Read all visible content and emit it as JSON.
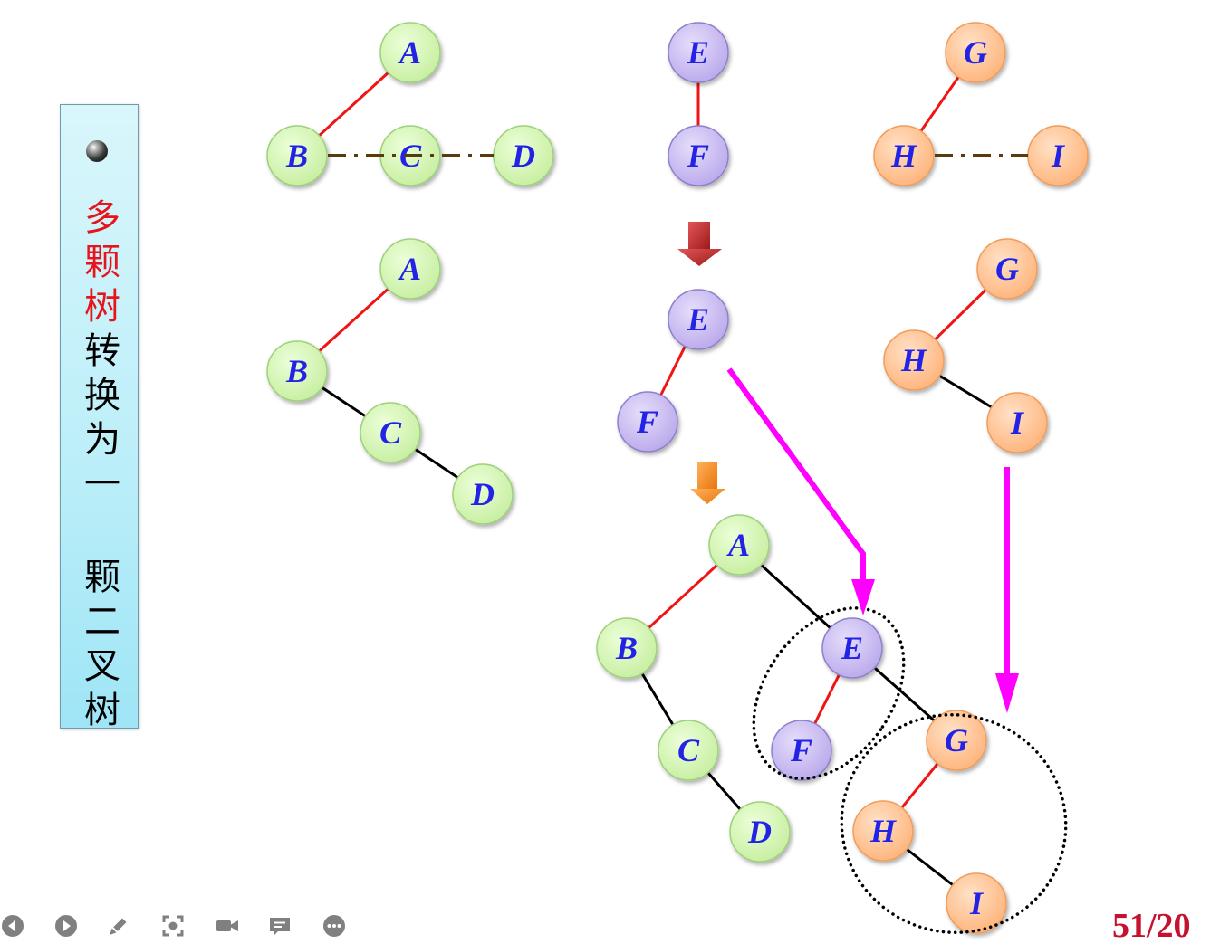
{
  "sidebar": {
    "bullet_icon": "sphere-bullet-icon",
    "title_highlight": "多颗树",
    "title_rest": "转换为一 颗二叉树"
  },
  "diagram": {
    "stage1_original_forest": {
      "tree1": [
        "A",
        "B",
        "C",
        "D"
      ],
      "tree2": [
        "E",
        "F"
      ],
      "tree3": [
        "G",
        "H",
        "I"
      ]
    },
    "stage2_each_tree_converted": {
      "tree1": [
        "A",
        "B",
        "C",
        "D"
      ],
      "tree2": [
        "E",
        "F"
      ],
      "tree3": [
        "G",
        "H",
        "I"
      ]
    },
    "stage3_combined_binary_tree": [
      "A",
      "B",
      "C",
      "D",
      "E",
      "F",
      "G",
      "H",
      "I"
    ]
  },
  "toolbar": {
    "icons": [
      "previous-slide-icon",
      "next-slide-icon",
      "pen-icon",
      "focus-icon",
      "video-camera-icon",
      "comment-icon",
      "more-icon"
    ]
  },
  "page_number": "51/20",
  "colors": {
    "slide_bg": "#ffffff",
    "sidebar_border": "#6d9cad",
    "sidebar_bg_top": "#d9f6fb",
    "sidebar_bg_bottom": "#9fe5f6",
    "sidebar_text": "#000000",
    "sidebar_highlight": "#e8141c",
    "node_green": "#c6ee9f",
    "node_green_light": "#ecffd9",
    "node_green_border": "#9fd07c",
    "node_purple": "#b9a8eb",
    "node_purple_light": "#e6defb",
    "node_purple_border": "#8f80cc",
    "node_orange": "#ffb37a",
    "node_orange_light": "#ffe1c6",
    "node_orange_border": "#ee9d5c",
    "node_label": "#2323e6",
    "edge_first_child": "#f01414",
    "edge_right_child": "#000000",
    "edge_sibling": "#5c3a10",
    "arrow_red_light": "#e25555",
    "arrow_red_dark": "#9c1a1a",
    "arrow_orange_light": "#ffb25c",
    "arrow_orange_dark": "#e8730a",
    "arrow_mapping": "#ff00ff",
    "group_ring": "#000000",
    "toolbar_icon": "#808080",
    "page_number": "#c4122f"
  }
}
